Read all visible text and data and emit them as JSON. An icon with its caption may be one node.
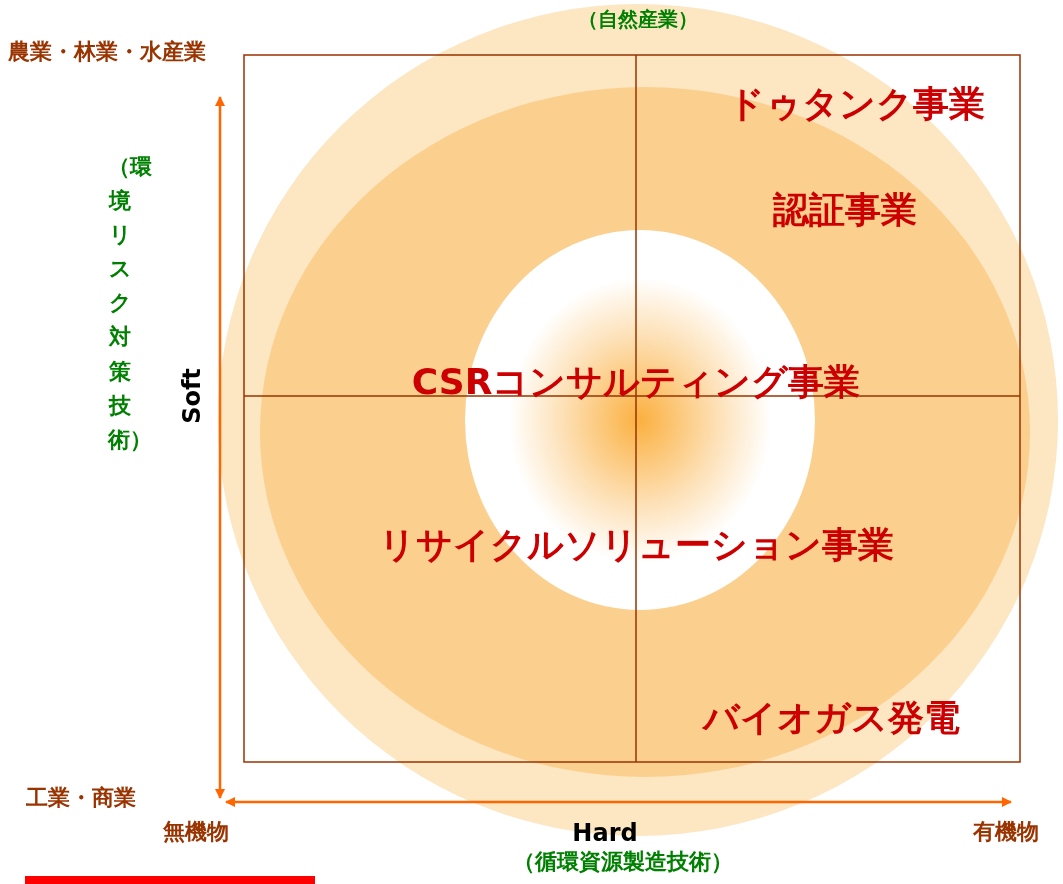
{
  "diagram": {
    "labels": [
      "（自然産業）",
      "農業・林業・水産業",
      "ドゥタンク事業",
      "認証事業",
      "（環境リスク対策技術）",
      "Soft",
      "CSRコンサルティング事業",
      "リサイクルソリューション事業",
      "バイオガス発電",
      "工業・商業",
      "無機物",
      "Hard",
      "有機物",
      "（循環資源製造技術）"
    ]
  }
}
